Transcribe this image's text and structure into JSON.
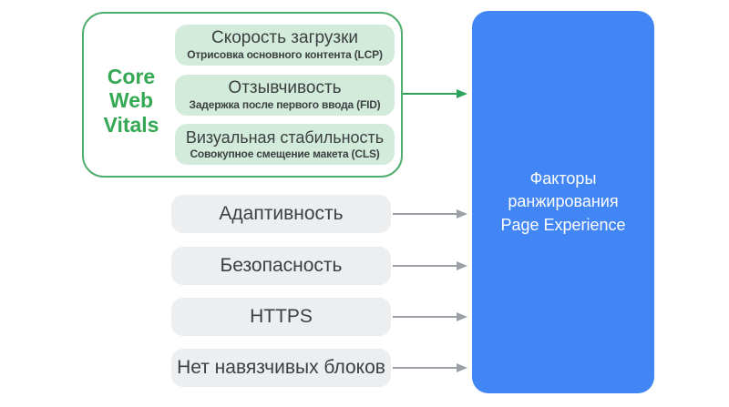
{
  "colors": {
    "green_text": "#34A853",
    "green_border": "#4FAE6E",
    "green_pill_bg": "#D3EBDA",
    "green_arrow": "#2DA45A",
    "gray_pill_bg": "#ECEEF0",
    "gray_arrow": "#9AA0A6",
    "blue_box_bg": "#4285F4",
    "dark_text": "#3C4043",
    "white_text": "#FFFFFF"
  },
  "core_web_vitals": {
    "label": "Core\nWeb\nVitals",
    "items": [
      {
        "title": "Скорость загрузки",
        "subtitle": "Отрисовка основного контента (LCP)"
      },
      {
        "title": "Отзывчивость",
        "subtitle": "Задержка после первого ввода (FID)"
      },
      {
        "title": "Визуальная стабильность",
        "subtitle": "Совокупное смещение макета (CLS)"
      }
    ]
  },
  "other_factors": [
    {
      "label": "Адаптивность"
    },
    {
      "label": "Безопасность"
    },
    {
      "label": "HTTPS"
    },
    {
      "label": "Нет навязчивых блоков"
    }
  ],
  "target": {
    "label": "Факторы\nранжирования\nPage Experience"
  }
}
